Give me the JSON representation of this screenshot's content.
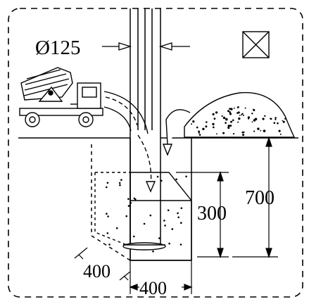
{
  "labels": {
    "diameter": "Ø125",
    "width_front": "400",
    "width_side": "400",
    "height_inner": "300",
    "height_total": "700"
  },
  "colors": {
    "line": "#000000",
    "background": "#ffffff"
  }
}
